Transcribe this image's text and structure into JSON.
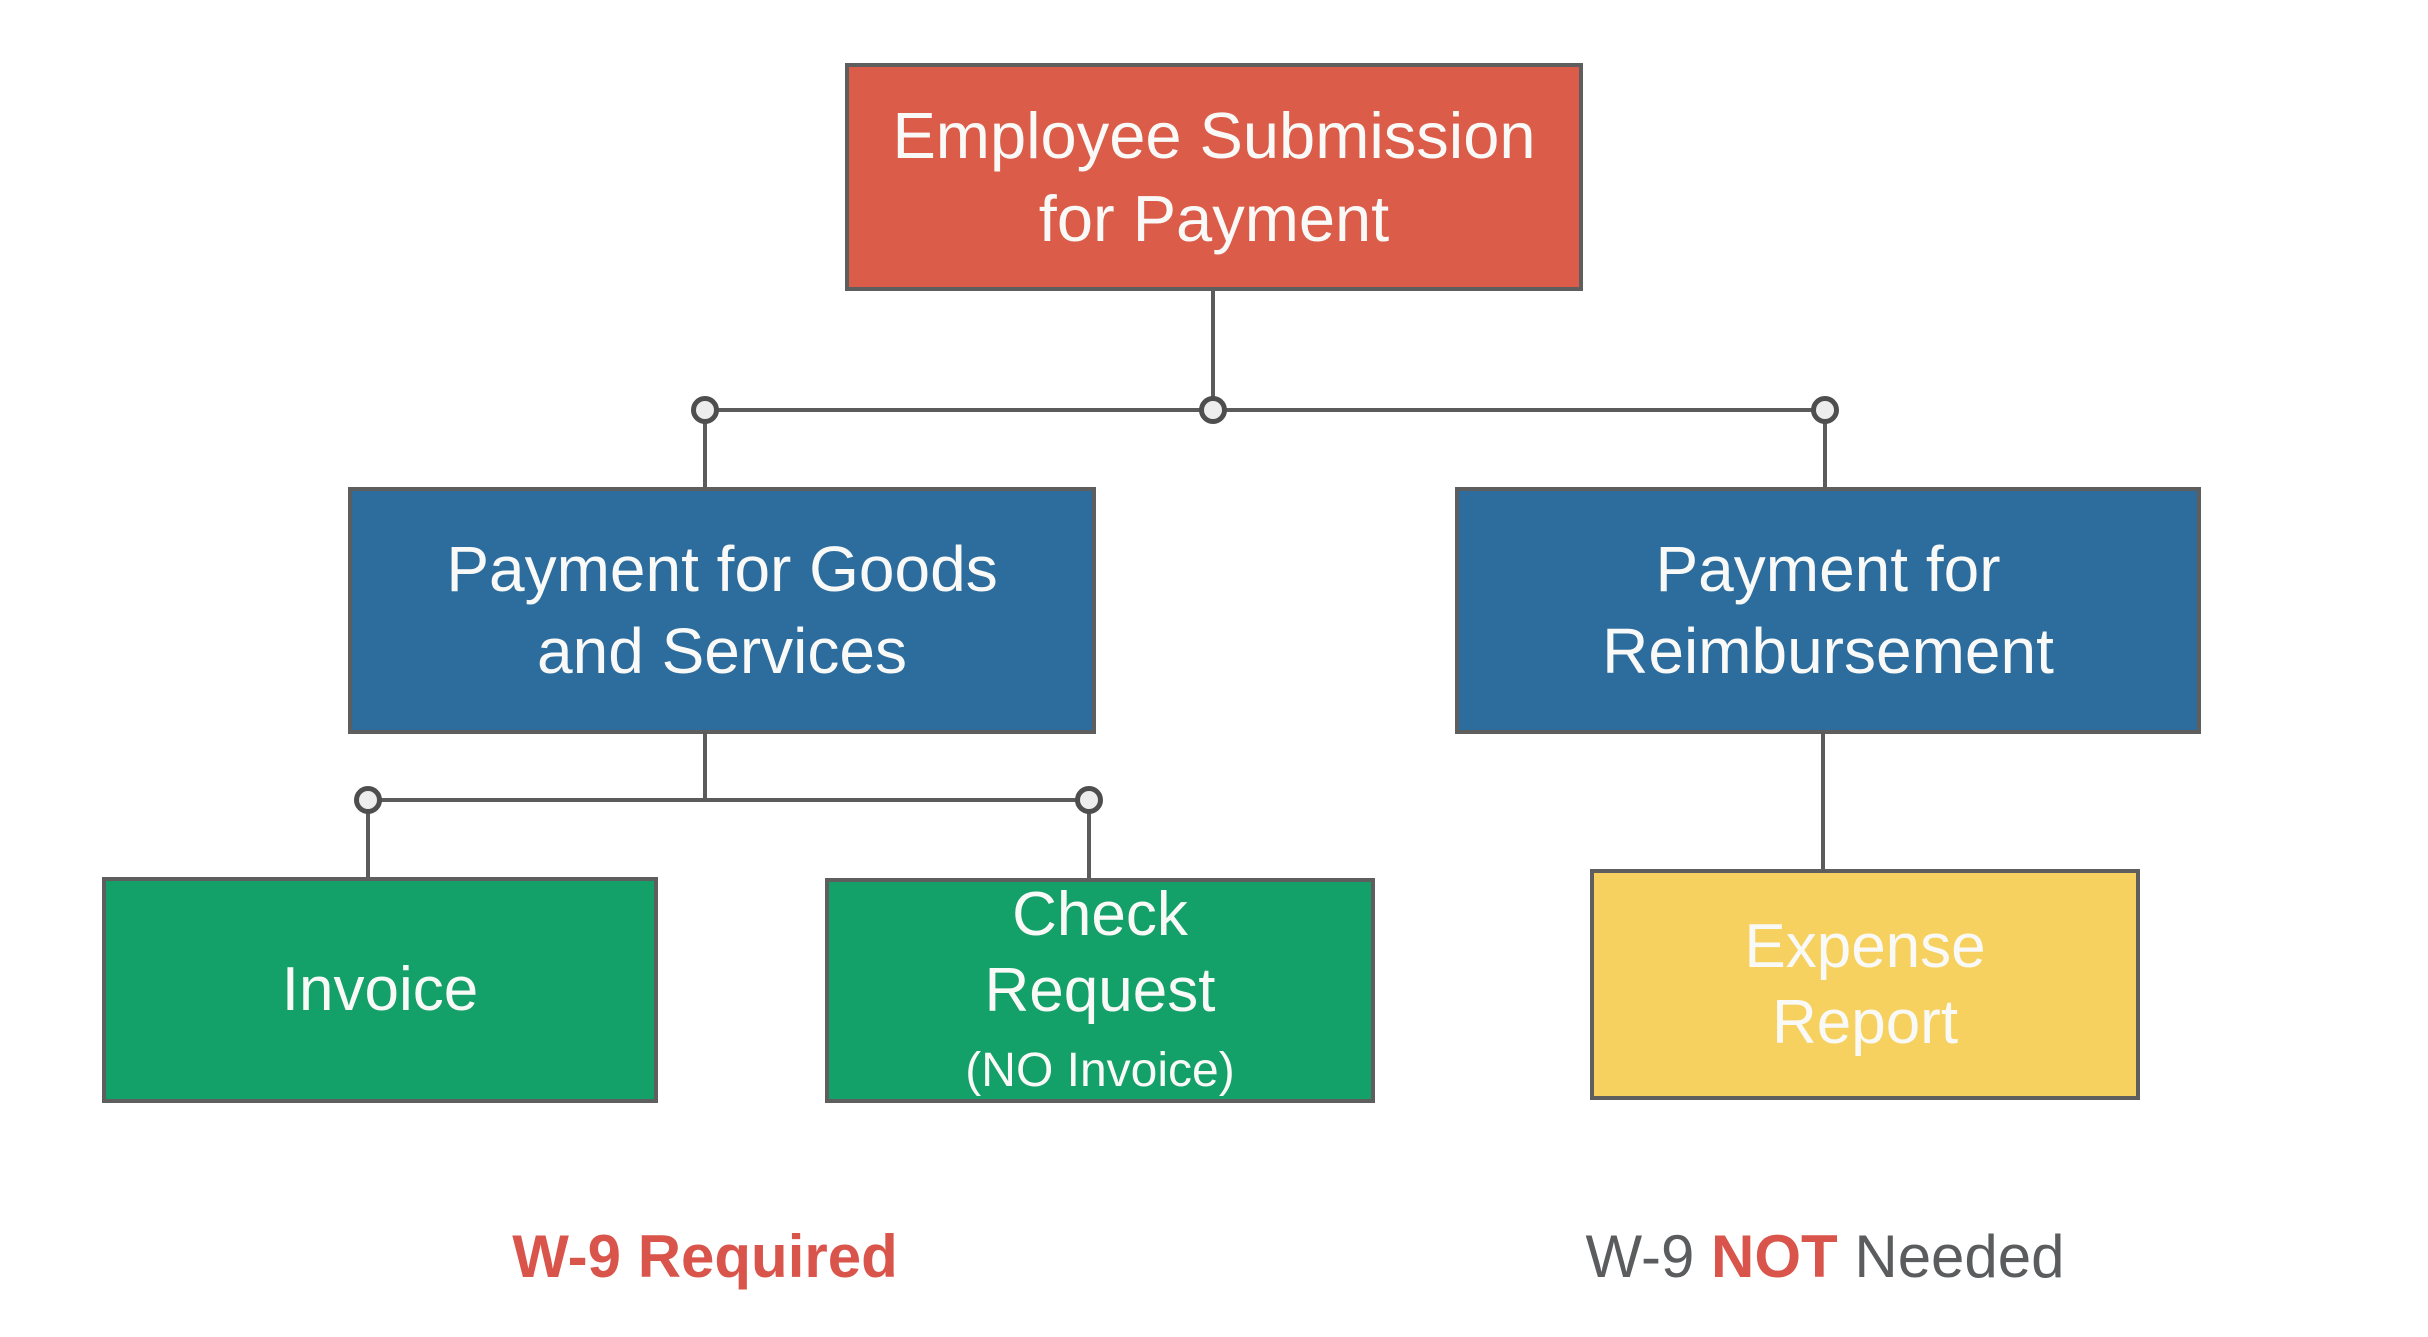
{
  "colors": {
    "root_fill": "#db5c49",
    "category_fill": "#2d6d9e",
    "w9_required_fill": "#13a169",
    "w9_not_needed_fill": "#f6d15f",
    "node_text": "#f9f9f7",
    "connector": "#5b5b5b",
    "joint_fill": "#ededed",
    "footnote_red": "#d9544a",
    "footnote_gray": "#5a5c5e"
  },
  "nodes": {
    "root": {
      "line1": "Employee Submission",
      "line2": "for Payment"
    },
    "goods": {
      "line1": "Payment for Goods",
      "line2": "and Services"
    },
    "reimbursement": {
      "line1": "Payment for",
      "line2": "Reimbursement"
    },
    "invoice": {
      "line1": "Invoice"
    },
    "check_request": {
      "line1": "Check",
      "line2": "Request",
      "line3": "(NO Invoice)"
    },
    "expense_report": {
      "line1": "Expense",
      "line2": "Report"
    }
  },
  "footnotes": {
    "w9_required": "W-9 Required",
    "w9_not_needed_prefix": "W-9 ",
    "w9_not_needed_emphasis": "NOT",
    "w9_not_needed_suffix": " Needed"
  }
}
